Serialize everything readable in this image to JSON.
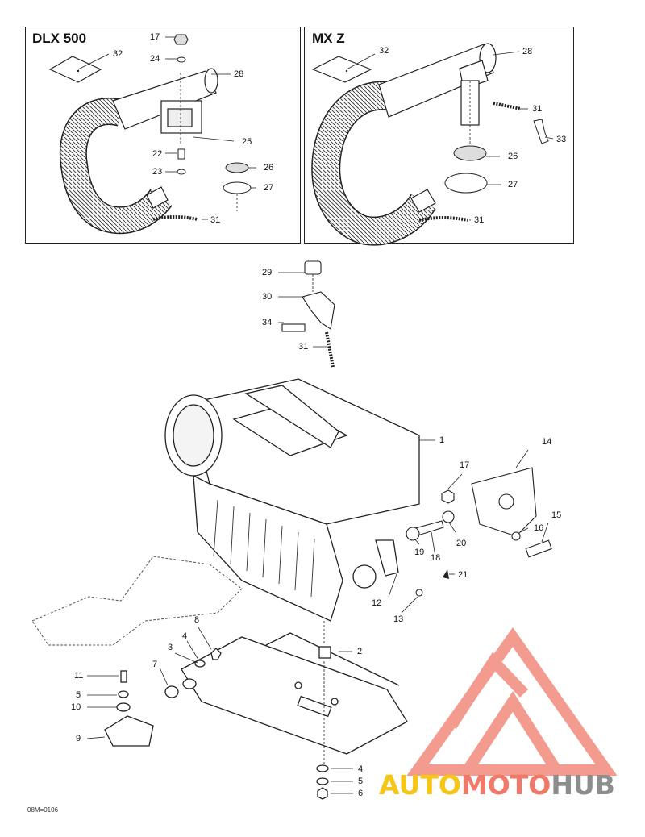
{
  "panels": {
    "left_title": "DLX 500",
    "right_title": "MX Z"
  },
  "callouts": {
    "c17a": "17",
    "c24": "24",
    "c32a": "32",
    "c28a": "28",
    "c25": "25",
    "c22": "22",
    "c23": "23",
    "c26a": "26",
    "c27a": "27",
    "c31a": "31",
    "c32b": "32",
    "c28b": "28",
    "c31b": "31",
    "c33": "33",
    "c26b": "26",
    "c27b": "27",
    "c31c": "31",
    "c29": "29",
    "c30": "30",
    "c34": "34",
    "c31d": "31",
    "c1": "1",
    "c14": "14",
    "c17b": "17",
    "c16": "16",
    "c15": "15",
    "c20": "20",
    "c19": "19",
    "c18": "18",
    "c21": "21",
    "c12": "12",
    "c13": "13",
    "c8": "8",
    "c3": "3",
    "c4a": "4",
    "c7": "7",
    "c2": "2",
    "c11": "11",
    "c5a": "5",
    "c10": "10",
    "c9": "9",
    "c4b": "4",
    "c5b": "5",
    "c6": "6"
  },
  "reference_code": "08M=0106",
  "watermark": {
    "part1": "AUTO",
    "part2": "MOTO",
    "part3": "HUB",
    "color_auto": "#f5c518",
    "color_moto": "#f07a6a",
    "color_hub": "#8d8d8d",
    "logo_color": "#f07a6a"
  }
}
